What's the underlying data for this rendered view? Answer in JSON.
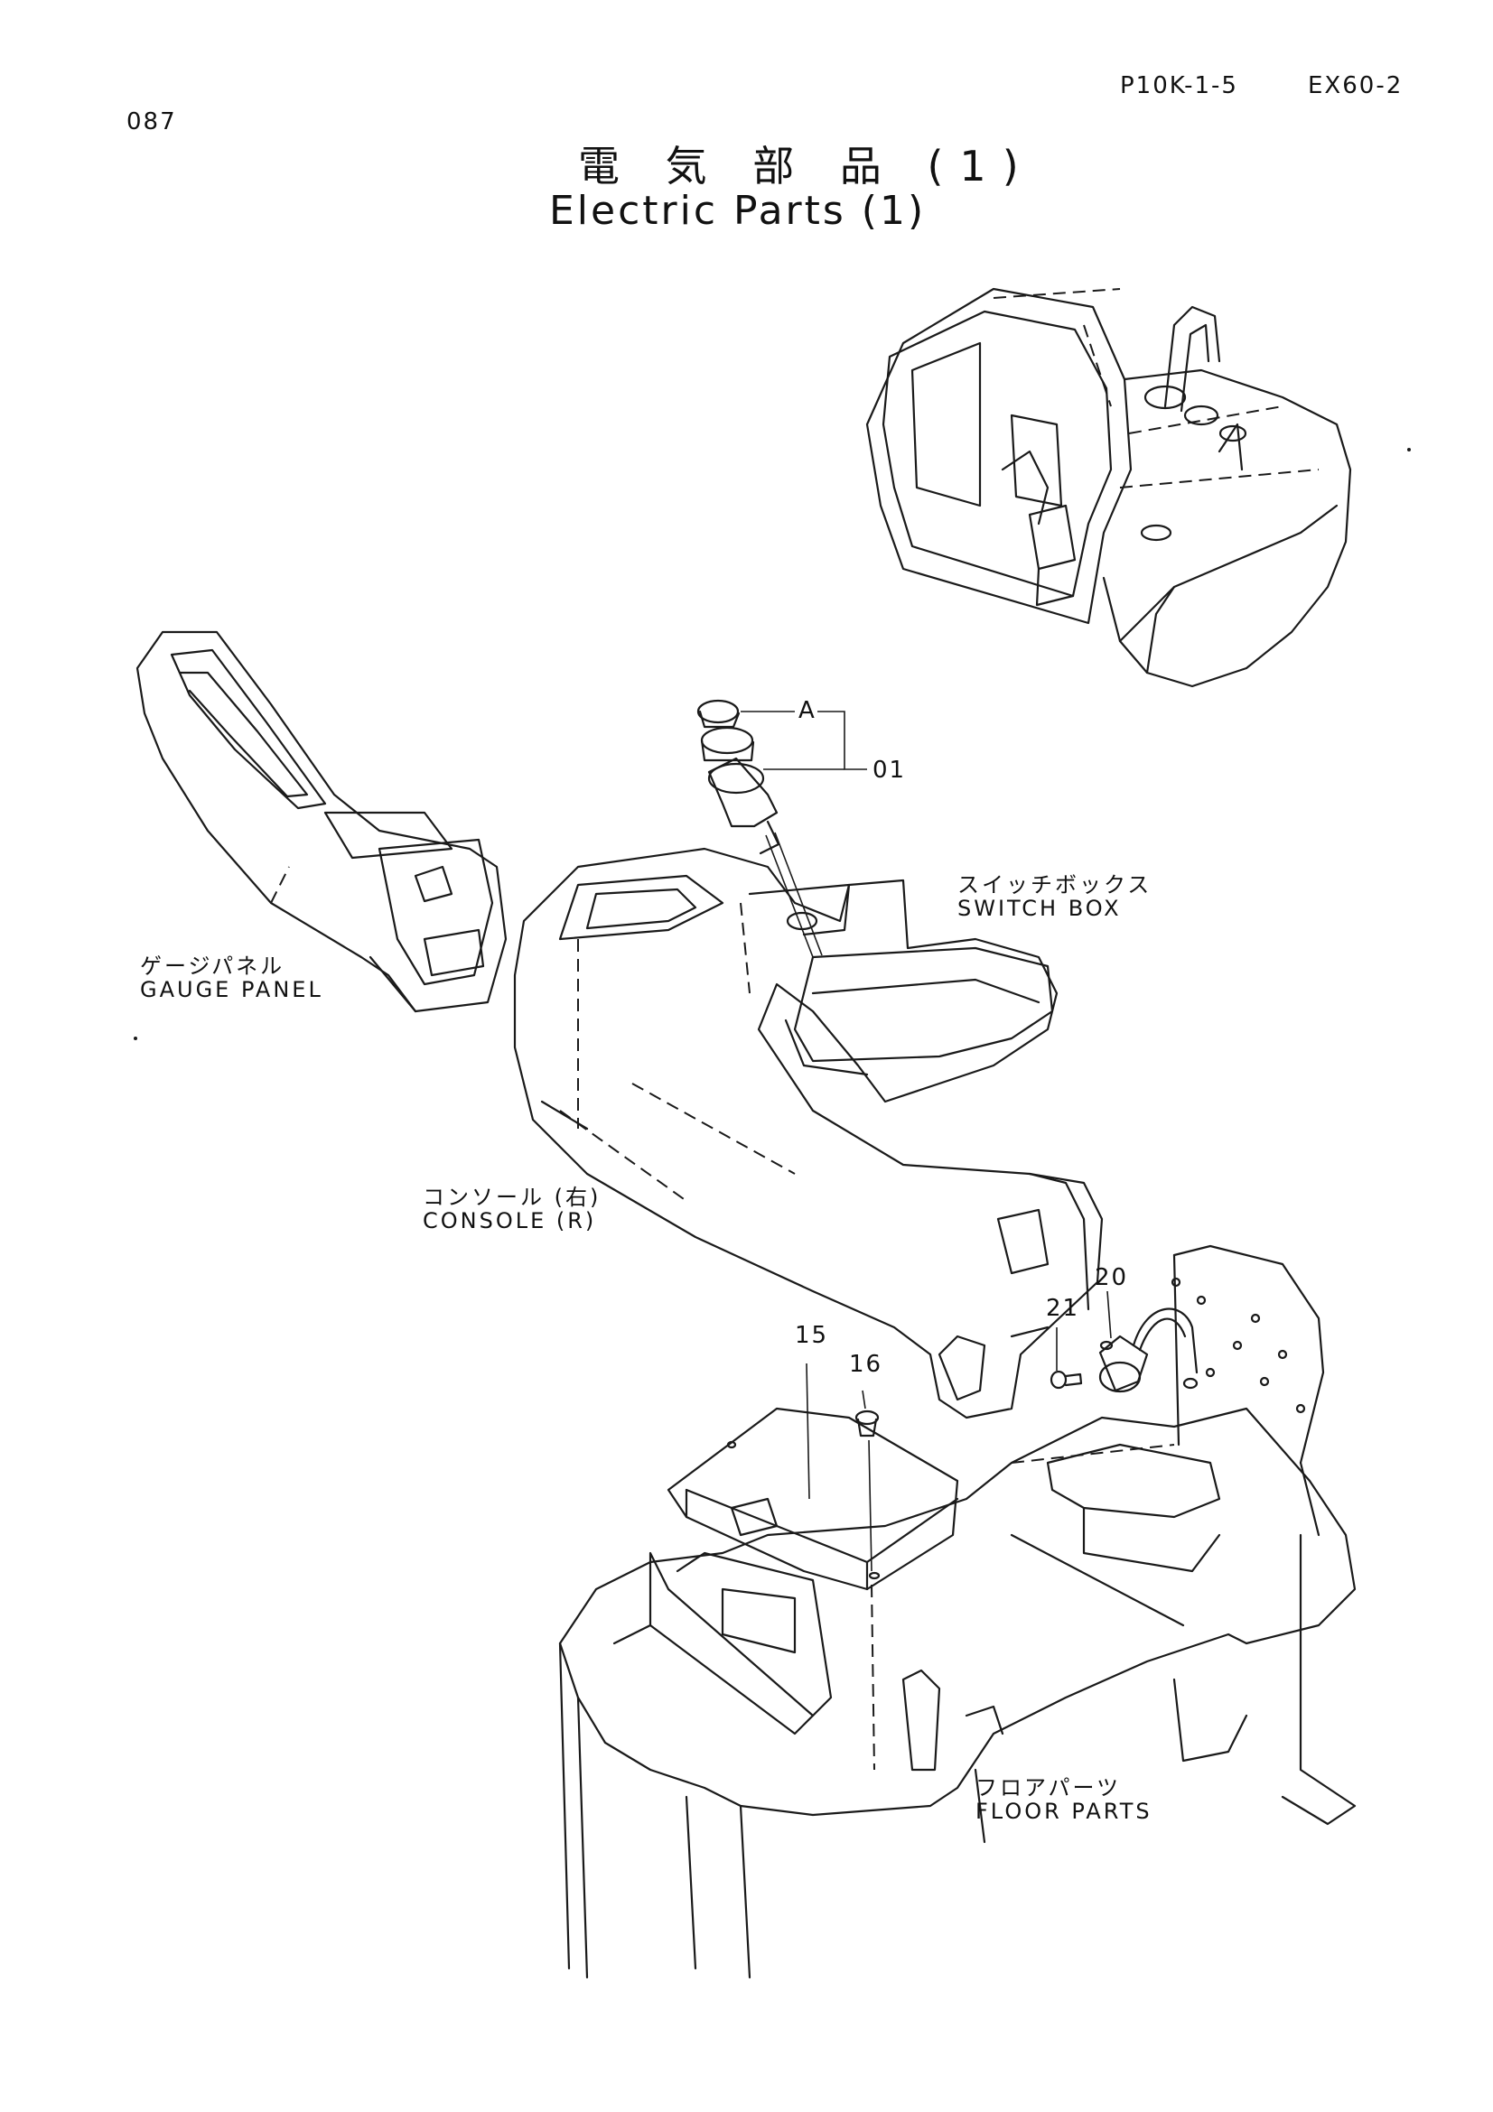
{
  "header": {
    "page_number": "087",
    "part_code": "P10K-1-5",
    "model": "EX60-2",
    "title_jp": "電 気 部 品 (1)",
    "title_en": "Electric Parts (1)"
  },
  "labels": {
    "gauge_panel_jp": "ゲージパネル",
    "gauge_panel_en": "GAUGE PANEL",
    "switch_box_jp": "スイッチボックス",
    "switch_box_en": "SWITCH BOX",
    "console_jp": "コンソール (右)",
    "console_en": "CONSOLE (R)",
    "floor_parts_jp": "フロアパーツ",
    "floor_parts_en": "FLOOR PARTS"
  },
  "callouts": {
    "a": "A",
    "p01": "01",
    "p15": "15",
    "p16": "16",
    "p20": "20",
    "p21": "21"
  }
}
